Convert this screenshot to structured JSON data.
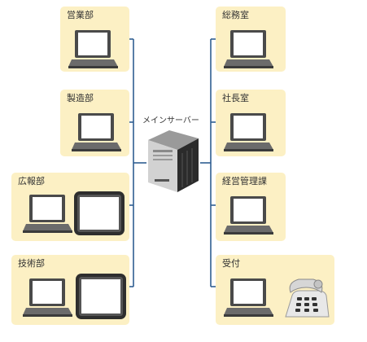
{
  "server": {
    "label": "メインサーバー"
  },
  "departments_left": [
    {
      "name": "営業部",
      "devices": [
        "laptop"
      ]
    },
    {
      "name": "製造部",
      "devices": [
        "laptop"
      ]
    },
    {
      "name": "広報部",
      "devices": [
        "laptop",
        "tablet"
      ]
    },
    {
      "name": "技術部",
      "devices": [
        "laptop",
        "tablet"
      ]
    }
  ],
  "departments_right": [
    {
      "name": "総務室",
      "devices": [
        "laptop"
      ]
    },
    {
      "name": "社長室",
      "devices": [
        "laptop"
      ]
    },
    {
      "name": "経営管理課",
      "devices": [
        "laptop"
      ]
    },
    {
      "name": "受付",
      "devices": [
        "laptop",
        "telephone"
      ]
    }
  ],
  "colors": {
    "box_fill": "#fcf0c4",
    "connector": "#2f5e91",
    "screen": "#ffffff",
    "device_body": "#4a4a4a"
  }
}
